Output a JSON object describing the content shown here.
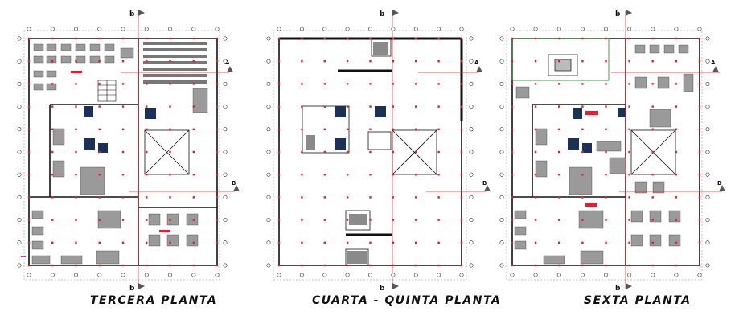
{
  "plans": [
    {
      "id": "tercera",
      "title": "TERCERA PLANTA",
      "section_top": "b",
      "section_bottom": "b",
      "section_right_top": "A",
      "section_right_mid": "B"
    },
    {
      "id": "cuarta_quinta",
      "title": "CUARTA - QUINTA PLANTA",
      "section_top": "b",
      "section_bottom": "b",
      "section_right_top": "A",
      "section_right_mid": "B"
    },
    {
      "id": "sexta",
      "title": "SEXTA PLANTA",
      "section_top": "b",
      "section_bottom": "b",
      "section_right_top": "A",
      "section_right_mid": "B"
    }
  ],
  "colors": {
    "wall": "#111111",
    "grid": "#333333",
    "column_marker": "#e0202a",
    "section_line": "#e0202a",
    "navy_fixture": "#1b3157",
    "green_outline": "#3b8f3b",
    "magenta_mark": "#cc33cc"
  }
}
